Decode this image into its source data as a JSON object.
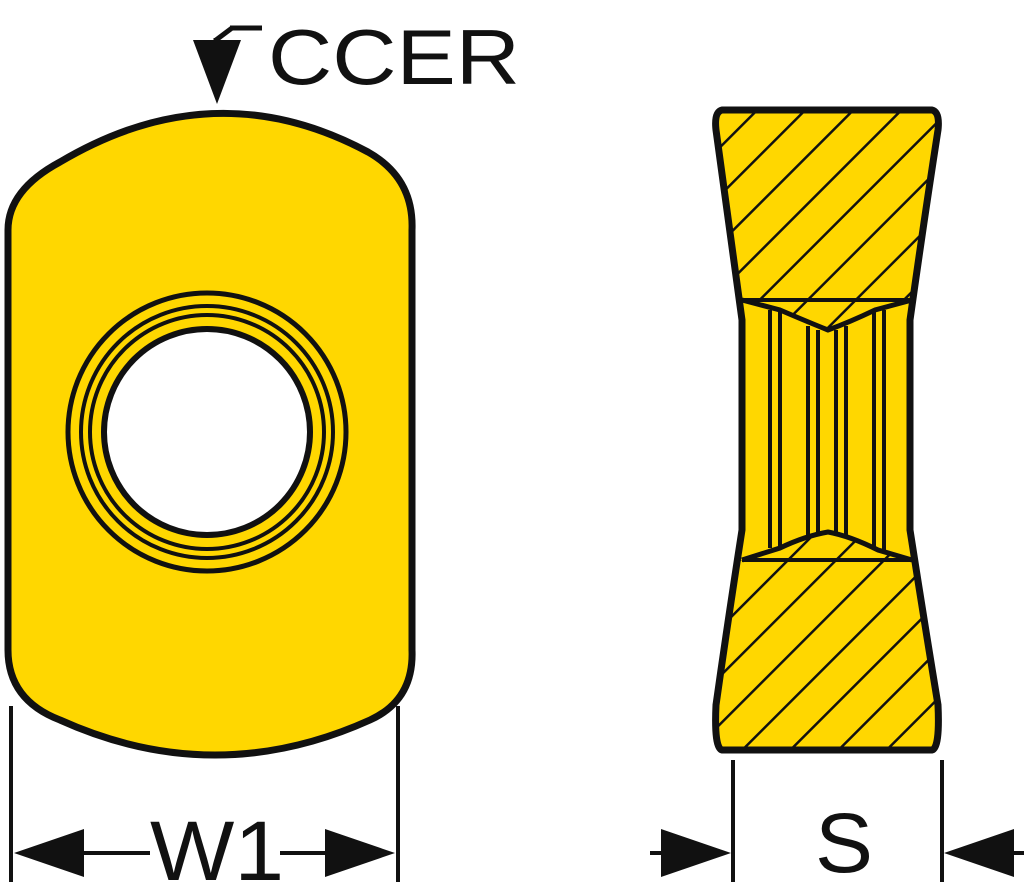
{
  "labels": {
    "ccer": "CCER",
    "w1": "W1",
    "s": "S"
  },
  "colors": {
    "insert_fill": "#FFD700",
    "outline": "#111111",
    "hole_fill": "#ffffff",
    "background": "#ffffff"
  }
}
